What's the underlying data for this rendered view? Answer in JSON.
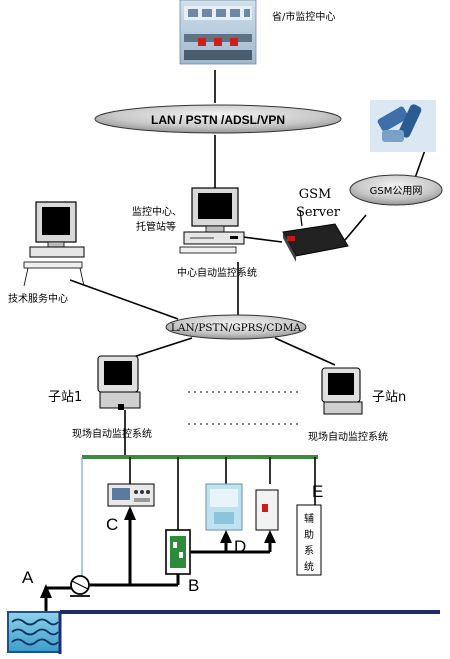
{
  "top_center": {
    "label": "省/市监控中心"
  },
  "network_top": {
    "label": "LAN / PSTN /ADSL/VPN"
  },
  "gsm_network": {
    "label": "GSM公用网"
  },
  "gsm_server": {
    "line1": "GSM",
    "line2": "Server"
  },
  "central": {
    "side_line1": "监控中心、",
    "side_line2": "托管站等",
    "caption": "中心自动监控系统"
  },
  "tech_center": {
    "label": "技术服务中心"
  },
  "network_mid": {
    "label": "LAN/PSTN/GPRS/CDMA"
  },
  "substation_1": {
    "label": "子站1",
    "system": "现场自动监控系统"
  },
  "substation_n": {
    "label": "子站n",
    "system": "现场自动监控系统"
  },
  "markers": {
    "a": "A",
    "b": "B",
    "c": "C",
    "d": "D",
    "e": "E"
  },
  "aux_system": {
    "chars": [
      "辅",
      "助",
      "系",
      "统"
    ]
  }
}
